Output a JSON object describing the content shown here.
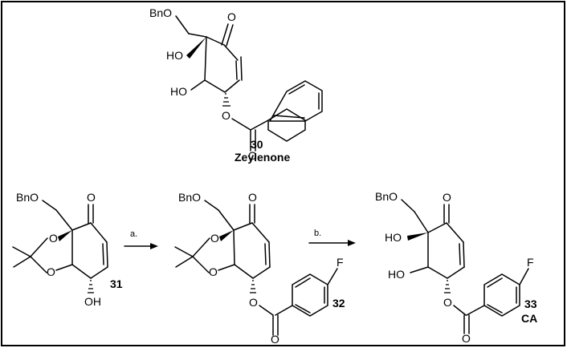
{
  "compounds": {
    "c30": {
      "number": "30",
      "name": "Zeylenone"
    },
    "c31": {
      "number": "31"
    },
    "c32": {
      "number": "32"
    },
    "c33": {
      "number": "33",
      "name": "CA"
    }
  },
  "atoms": {
    "bno": "BnO",
    "oxo": "O",
    "ho": "HO",
    "oh": "OH",
    "o": "O",
    "f": "F"
  },
  "steps": [
    {
      "label": "a."
    },
    {
      "label": "b."
    }
  ]
}
